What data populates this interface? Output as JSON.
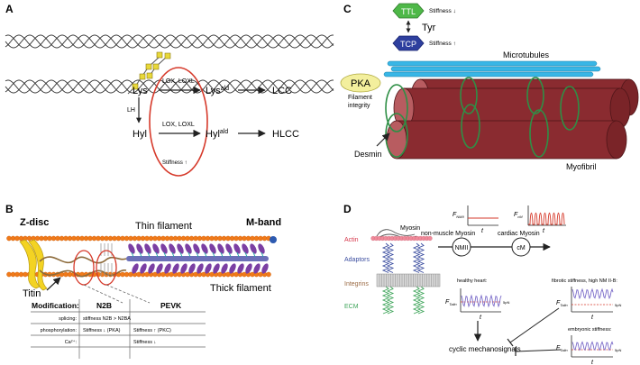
{
  "panels": {
    "A": {
      "label": "A",
      "lys": "Lys",
      "lys_ald_base": "Lys",
      "lys_ald_sup": "ald",
      "hyl": "Hyl",
      "hyl_ald_base": "Hyl",
      "hyl_ald_sup": "ald",
      "enzyme_top": "LOX, LOXL",
      "enzyme_bottom": "LOX, LOXL",
      "lh": "LH",
      "lcc": "LCC",
      "hlcc": "HLCC",
      "stiffness": "Stiffness ↑"
    },
    "B": {
      "label": "B",
      "zdisc": "Z-disc",
      "mband": "M-band",
      "thin": "Thin filament",
      "thick": "Thick filament",
      "titin": "Titin",
      "table": {
        "headers": [
          "Modification:",
          "N2B",
          "PEVK"
        ],
        "rows": [
          [
            "splicing:",
            "stiffness N2B > N2BA",
            ""
          ],
          [
            "phosphorylation:",
            "Stiffness ↓ (PKA)",
            "Stiffness ↑ (PKC)"
          ],
          [
            "Ca²⁺:",
            "",
            "Stiffness ↓"
          ]
        ]
      }
    },
    "C": {
      "label": "C",
      "ttl": "TTL",
      "tcp": "TCP",
      "tyr": "Tyr",
      "stiff_down": "Stiffness ↓",
      "stiff_up": "Stiffness ↑",
      "microtubules": "Microtubules",
      "pka": "PKA",
      "filament": "Filament",
      "integrity": "integrity",
      "desmin": "Desmin",
      "myofibril": "Myofibril"
    },
    "D": {
      "label": "D",
      "myosin": "Myosin",
      "actin": "Actin",
      "adaptors": "Adaptors",
      "integrins": "Integrins",
      "ecm": "ECM",
      "nmii": "NMII",
      "cm": "cM",
      "nonmuscle": "non-muscle Myosin",
      "cardiac": "cardiac Myosin",
      "f_nmii": "F",
      "f_nmii_sub": "NMII",
      "f_cm": "F",
      "f_cm_sub": "cM",
      "f_talin": "F",
      "f_talin_sub": "Talin",
      "t": "t",
      "healthy": "healthy heart:",
      "fibrotic": "fibrotic stiffness, high NM II-B:",
      "embryonic": "embryonic stiffness:",
      "five_pn": "5pN",
      "cyclic": "cyclic mechanosignals"
    }
  },
  "colors": {
    "lox_ellipse": "#d63a2b",
    "green": "#4eb848",
    "blue_hex": "#2e3f9e",
    "microtubule": "#38b6e6",
    "myofibril": "#8a2b30",
    "desmin": "#2f8f46",
    "pka": "#f3ef9d",
    "zdisc": "#f3d323",
    "actin": "#f08a9a",
    "myosin_thick": "#7b3fa3",
    "signal": "#7b6cc9",
    "actin_label": "#d6364a",
    "adaptor_label": "#3c4ea0",
    "integrin_label": "#9a6a44",
    "ecm_label": "#3fa55a"
  }
}
